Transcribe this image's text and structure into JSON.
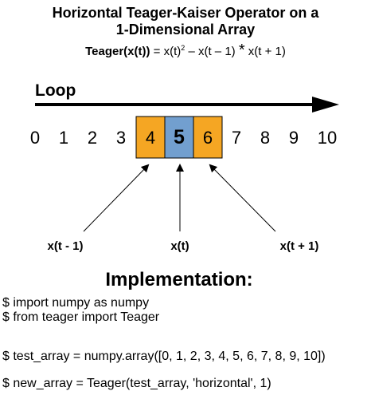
{
  "header": {
    "title_line1": "Horizontal Teager-Kaiser Operator on a",
    "title_line2": "1-Dimensional Array",
    "formula_label": "Teager(x(t))",
    "formula_body_a": " = x(t)",
    "formula_exp": "2",
    "formula_body_b": " – x(t – 1) ",
    "formula_star": "*",
    "formula_body_c": " x(t + 1)"
  },
  "diagram": {
    "loop_label": "Loop",
    "numbers": [
      "0",
      "1",
      "2",
      "3",
      "4",
      "5",
      "6",
      "7",
      "8",
      "9",
      "10"
    ],
    "highlight": {
      "left_index": 4,
      "center_index": 5,
      "right_index": 6,
      "side_color": "#f5a623",
      "center_color": "#729fcf"
    },
    "neighbor_labels": [
      "x(t - 1)",
      "x(t)",
      "x(t + 1)"
    ]
  },
  "implementation": {
    "heading": "Implementation:",
    "lines": [
      "$ import numpy as numpy",
      "$ from teager import Teager",
      "$ test_array = numpy.array([0, 1, 2, 3, 4, 5, 6, 7, 8, 9, 10])",
      "$ new_array = Teager(test_array, 'horizontal', 1)"
    ]
  }
}
